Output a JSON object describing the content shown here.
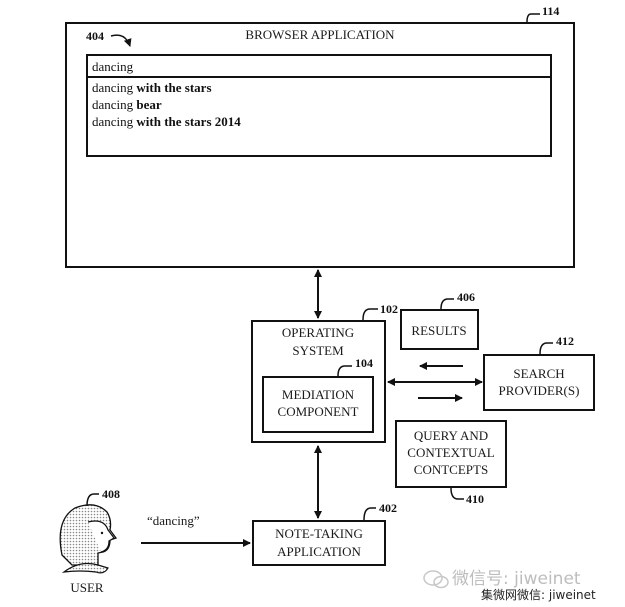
{
  "browser": {
    "title": "BROWSER APPLICATION",
    "ref": "114",
    "search_ref": "404",
    "search_value": "dancing",
    "suggestions": [
      {
        "prefix": "dancing",
        "bold": " with the stars"
      },
      {
        "prefix": "dancing",
        "bold": " bear"
      },
      {
        "prefix": "dancing",
        "bold": " with the stars 2014"
      }
    ]
  },
  "os": {
    "line1": "OPERATING",
    "line2": "SYSTEM",
    "ref": "102"
  },
  "mediation": {
    "line1": "MEDIATION",
    "line2": "COMPONENT",
    "ref": "104"
  },
  "results": {
    "label": "RESULTS",
    "ref": "406"
  },
  "search_provider": {
    "line1": "SEARCH",
    "line2": "PROVIDER(S)",
    "ref": "412"
  },
  "query": {
    "line1": "QUERY AND",
    "line2": "CONTEXTUAL",
    "line3": "CONTCEPTS",
    "ref": "410"
  },
  "note_app": {
    "line1": "NOTE-TAKING",
    "line2": "APPLICATION",
    "ref": "402"
  },
  "user": {
    "label": "USER",
    "ref": "408",
    "utterance": "“dancing”"
  },
  "watermark": {
    "line1": "微信号: jiweinet",
    "line2": "集微网微信: jiweinet"
  }
}
